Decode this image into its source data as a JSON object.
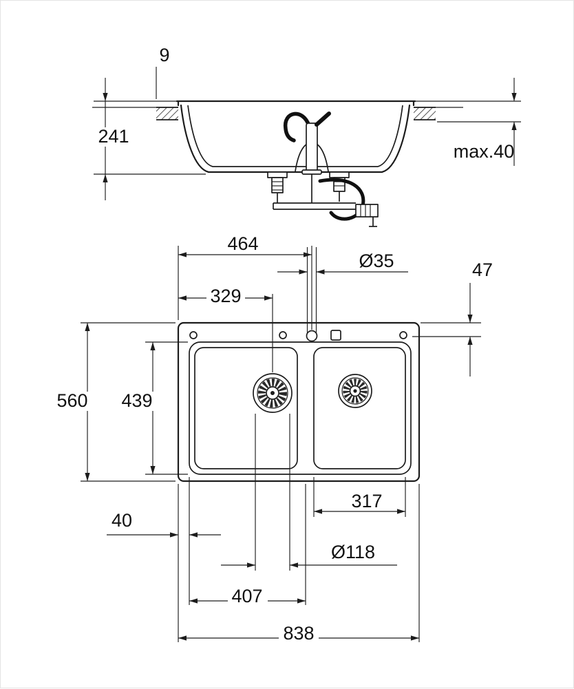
{
  "drawing": {
    "title": "Double-bowl sink installation drawing",
    "colors": {
      "line": "#1c1c1c",
      "background": "#ffffff"
    },
    "side_view": {
      "rim_height": "9",
      "bowl_depth": "241",
      "worktop_thickness_max": "max.40"
    },
    "plan_view": {
      "left_edge_to_faucet": "464",
      "faucet_hole_diameter": "Ø35",
      "top_edge_to_holes": "47",
      "left_edge_to_drain": "329",
      "overall_depth": "560",
      "cavity_depth": "439",
      "right_bowl_width": "317",
      "edge_to_cavity": "40",
      "drain_diameter": "Ø118",
      "left_bowl_width": "407",
      "overall_width": "838"
    }
  }
}
